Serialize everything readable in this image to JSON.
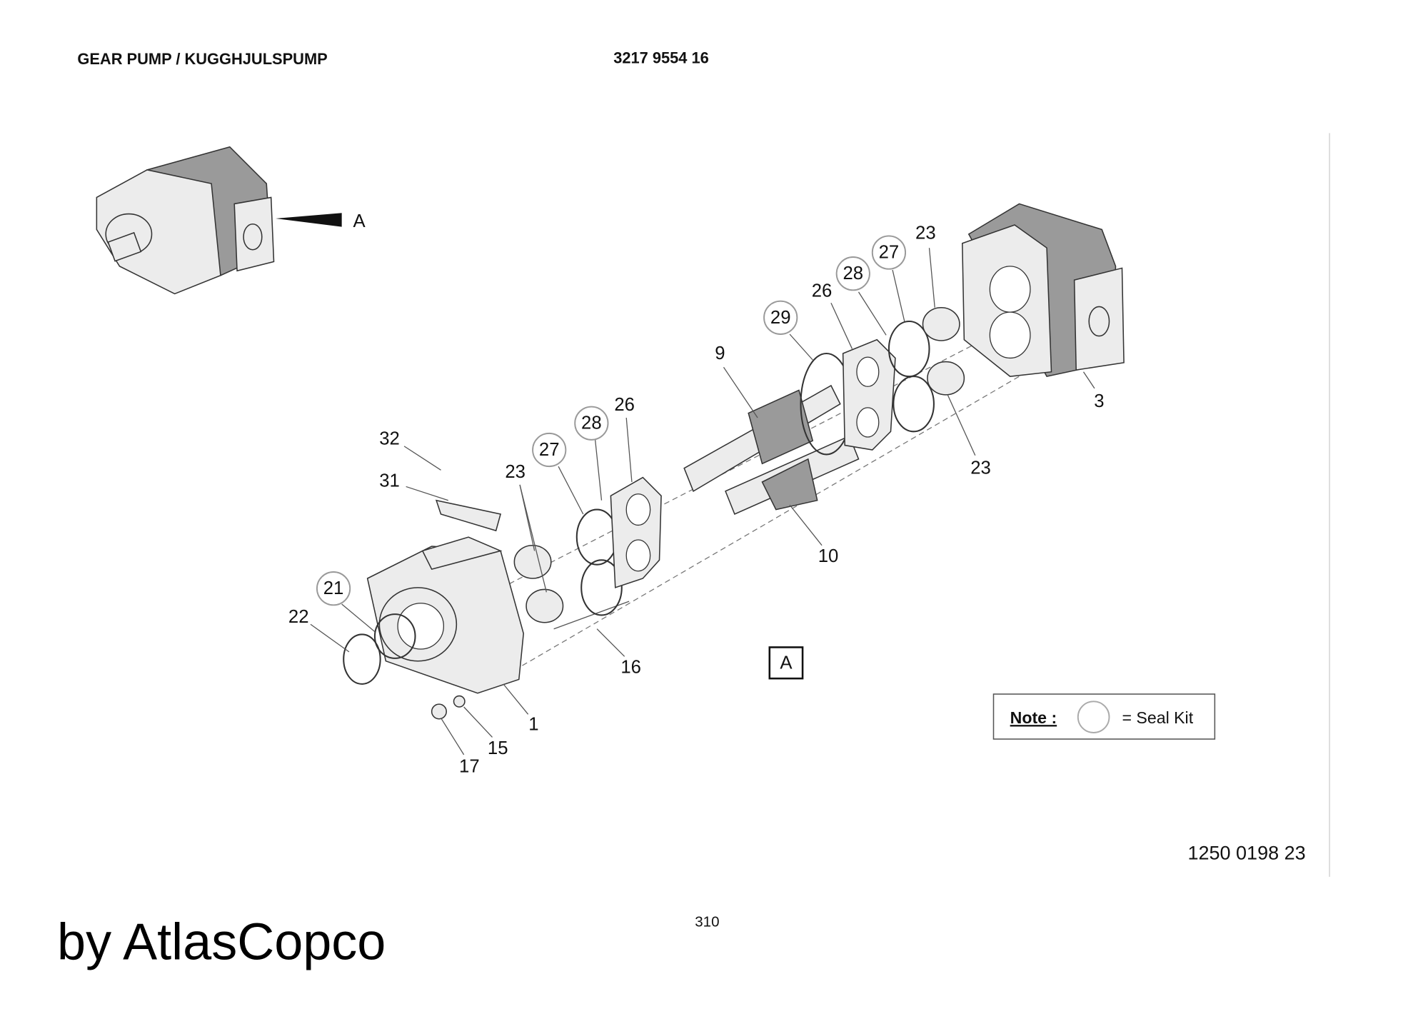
{
  "header": {
    "title": "GEAR PUMP / KUGGHJULSPUMP",
    "part_number": "3217 9554 16"
  },
  "view_marker": "A",
  "view_label": "A",
  "callouts": [
    {
      "number": "32",
      "seal_kit": false
    },
    {
      "number": "31",
      "seal_kit": false
    },
    {
      "number": "23",
      "seal_kit": false
    },
    {
      "number": "27",
      "seal_kit": true
    },
    {
      "number": "28",
      "seal_kit": true
    },
    {
      "number": "26",
      "seal_kit": false
    },
    {
      "number": "21",
      "seal_kit": true
    },
    {
      "number": "22",
      "seal_kit": false
    },
    {
      "number": "16",
      "seal_kit": false
    },
    {
      "number": "1",
      "seal_kit": false
    },
    {
      "number": "15",
      "seal_kit": false
    },
    {
      "number": "17",
      "seal_kit": false
    },
    {
      "number": "10",
      "seal_kit": false
    },
    {
      "number": "9",
      "seal_kit": false
    },
    {
      "number": "29",
      "seal_kit": true
    },
    {
      "number": "26",
      "seal_kit": false
    },
    {
      "number": "28",
      "seal_kit": true
    },
    {
      "number": "27",
      "seal_kit": true
    },
    {
      "number": "23",
      "seal_kit": false
    },
    {
      "number": "3",
      "seal_kit": false
    },
    {
      "number": "23",
      "seal_kit": false
    }
  ],
  "note": {
    "label": "Note :",
    "text": "= Seal Kit"
  },
  "drawing_number": "1250 0198 23",
  "page_number": "310",
  "watermark": "by AtlasCopco"
}
